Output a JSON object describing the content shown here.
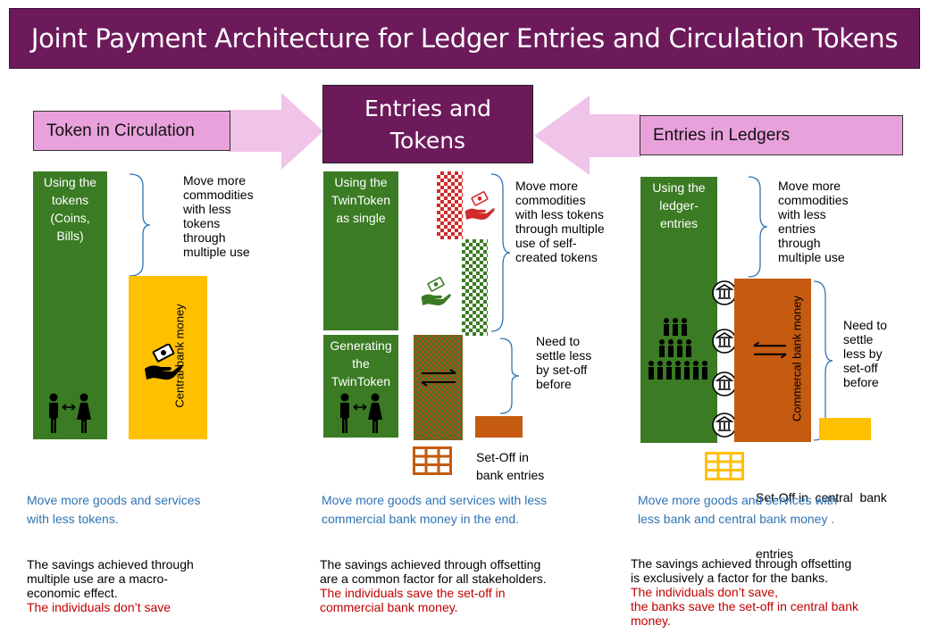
{
  "title": "Joint Payment Architecture for Ledger Entries and Circulation Tokens",
  "center_title": [
    "Entries and",
    "Tokens"
  ],
  "left_header": "Token in Circulation",
  "right_header": "Entries in Ledgers",
  "colors": {
    "title_bg": "#6d1a5b",
    "pink": "#e9a1dc",
    "green": "#3b7b24",
    "yellow": "#ffc000",
    "brown": "#c55a11",
    "blue_text": "#2e74b5",
    "red_text": "#c00000"
  },
  "left": {
    "bar_label": [
      "Using the",
      "tokens",
      "(Coins,",
      "Bills)"
    ],
    "brace_text": [
      "Move more",
      "commodities",
      "with less",
      "tokens",
      "through",
      "multiple use"
    ],
    "money_label": "Central bank money",
    "summary": [
      "Move more goods and services",
      "with less tokens."
    ],
    "savings": [
      "The savings achieved through",
      "multiple use are a macro-",
      "economic effect."
    ],
    "savings_red": [
      "The individuals  don’t save"
    ]
  },
  "middle": {
    "bar_top_label": [
      "Using the",
      "TwinToken",
      "as single"
    ],
    "bar_bottom_label": [
      "Generating",
      "the",
      "TwinToken"
    ],
    "brace_top_text": [
      "Move more",
      "commodities",
      "with less tokens",
      "through multiple",
      "use of self-",
      "created tokens"
    ],
    "brace_bottom_text": [
      "Need to",
      "settle less",
      "by set-off",
      "before"
    ],
    "setoff_label": [
      "Set-Off in",
      "bank entries"
    ],
    "summary": [
      "Move more goods and services with less",
      "commercial bank money in the end."
    ],
    "savings": [
      "The savings achieved through offsetting",
      "are a common factor for all stakeholders."
    ],
    "savings_red": [
      "The individuals save the set-off in",
      "commercial bank money."
    ]
  },
  "right": {
    "bar_label": [
      "Using the",
      "ledger-",
      "entries"
    ],
    "brace_top_text": [
      "Move more",
      "commodities",
      "with less",
      "entries",
      "through",
      "multiple use"
    ],
    "brace_bottom_text": [
      "Need to",
      "settle",
      "less by",
      "set-off",
      "before"
    ],
    "money_label": "Commercal bank money",
    "setoff_label": [
      "Set-Off in  central  bank",
      "entries"
    ],
    "summary": [
      "Move more goods and services with",
      "less bank and central bank money ."
    ],
    "savings": [
      "The savings achieved through offsetting",
      "is exclusively a factor for the banks."
    ],
    "savings_red": [
      "The individuals  don’t save,",
      "the banks save the set-off in central bank",
      "money."
    ]
  },
  "icons": [
    "people-exchange-icon",
    "money-hand-icon",
    "arrows-exchange-icon",
    "grid-icon",
    "bank-icon",
    "crowd-icon"
  ]
}
